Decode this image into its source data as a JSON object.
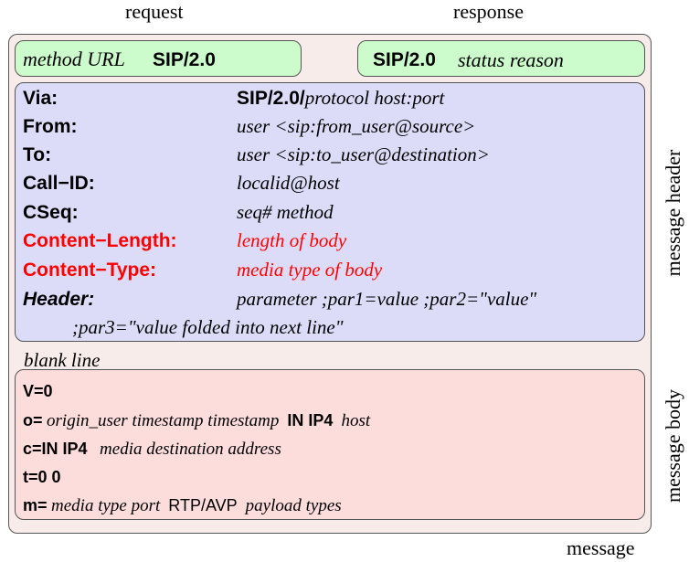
{
  "captions": {
    "request": "request",
    "response": "response",
    "message": "message",
    "message_header": "message header",
    "message_body": "message body",
    "blank_line": "blank line"
  },
  "request_line": {
    "method_url": "method URL",
    "version": "SIP/2.0"
  },
  "status_line": {
    "version": "SIP/2.0",
    "status_reason": "status reason"
  },
  "header_rows": [
    {
      "label": "Via:",
      "value_bold": "SIP/2.0/",
      "value": "protocol host:port"
    },
    {
      "label": "From:",
      "value": "user <sip:from_user@source>"
    },
    {
      "label": "To:",
      "value": "user <sip:to_user@destination>"
    },
    {
      "label": "Call−ID:",
      "value": "localid@host"
    },
    {
      "label": "CSeq:",
      "value": "seq# method"
    },
    {
      "label": "Content−Length:",
      "value": "length of body"
    },
    {
      "label": "Content−Type:",
      "value": "media type of body"
    },
    {
      "label": "Header:",
      "value": "parameter ;par1=value ;par2=\"value\""
    }
  ],
  "header_continuation": ";par3=\"value folded into next line\"",
  "body_rows": {
    "v": "V=0",
    "o_key": "o=",
    "o_val": "origin_user timestamp timestamp",
    "o_net": "IN IP4",
    "o_host": "host",
    "c_key": "c=IN IP4",
    "c_val": "media destination address",
    "t": "t=0 0",
    "m_key": "m=",
    "m_val": "media type  port",
    "m_proto": "RTP/AVP",
    "m_payload": "payload types"
  },
  "colors": {
    "outer": "#f7ecea",
    "request_line": "#ccfccc",
    "header": "#dcdcf8",
    "body": "#fddcdc",
    "highlight": "#ff0000"
  }
}
